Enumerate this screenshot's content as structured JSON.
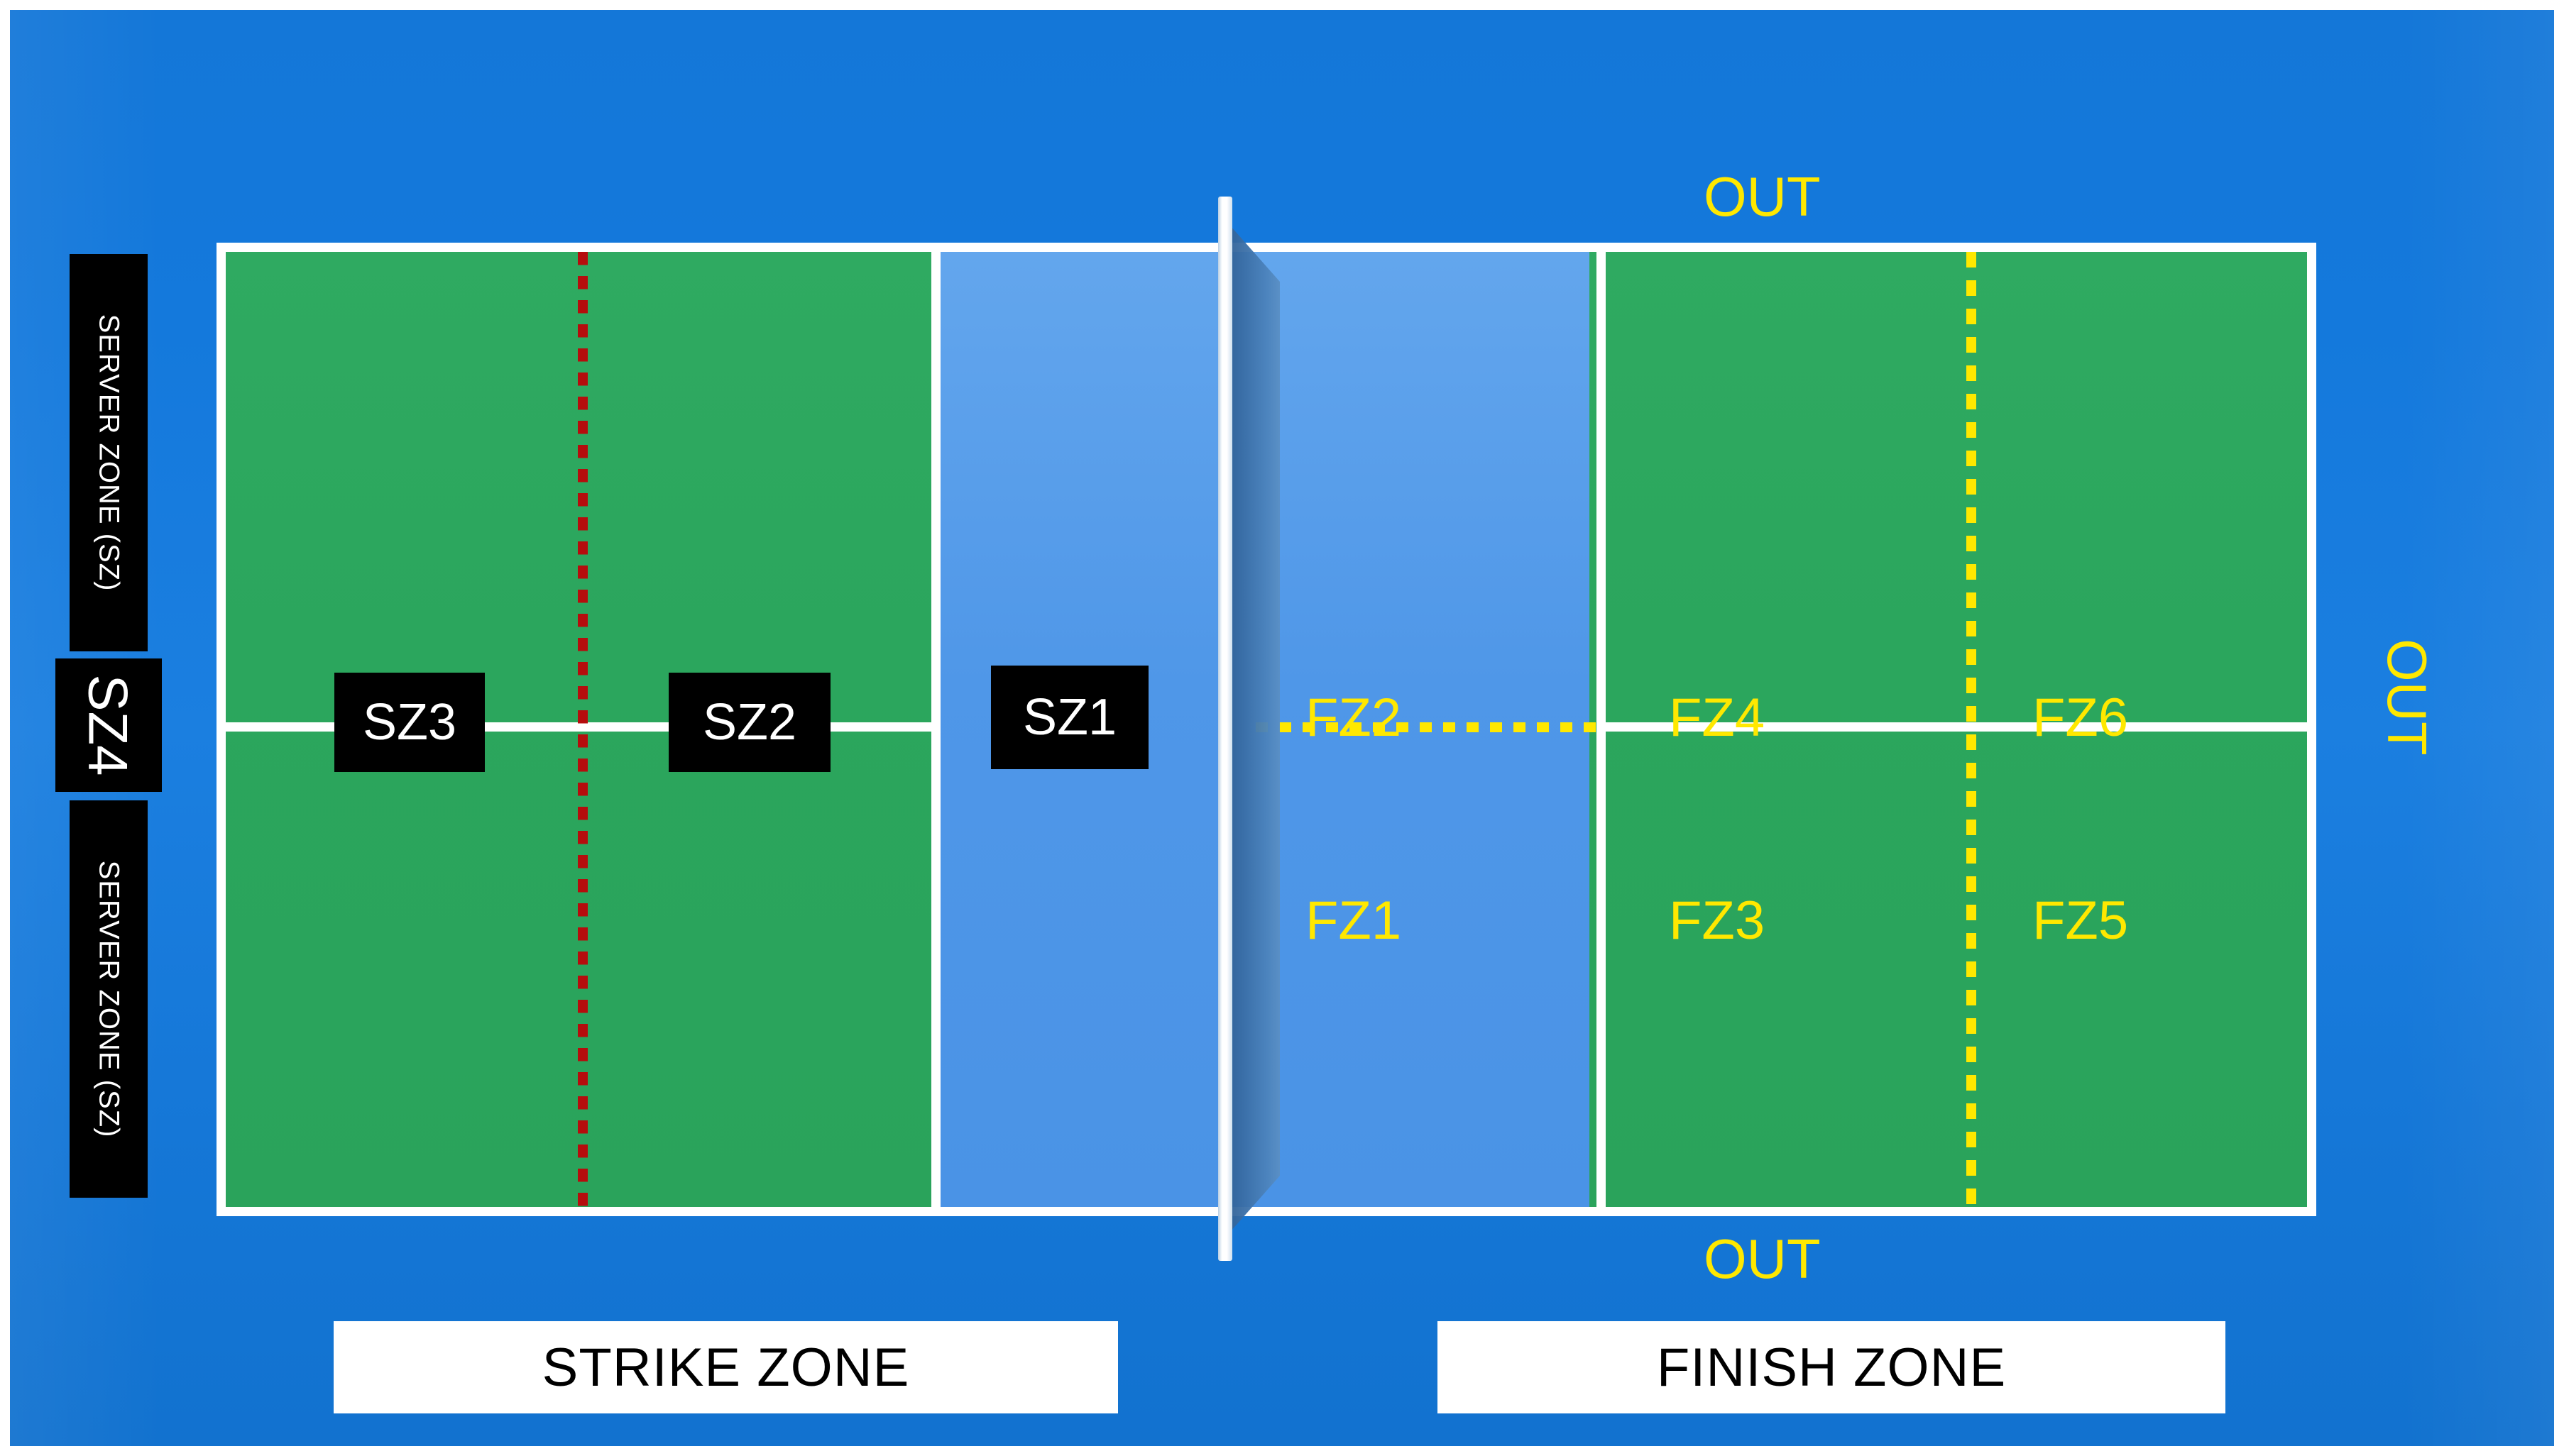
{
  "diagram": {
    "title": "Pickleball Court Zone Map",
    "colors": {
      "surround_blue": "#1577d7",
      "court_green": "#2ba65d",
      "kitchen_blue": "#4f97e8",
      "line_white": "#ffffff",
      "label_yellow": "#ffe800",
      "dotted_red": "#b50d0d",
      "box_black": "#000000",
      "net_shadow": "#3a6ea6"
    }
  },
  "left_strips": {
    "top": "SERVER ZONE (SZ)",
    "middle": "SZ4",
    "bottom": "SERVER ZONE (SZ)"
  },
  "strike_zone_boxes": [
    {
      "label": "SZ3"
    },
    {
      "label": "SZ2"
    },
    {
      "label": "SZ1"
    }
  ],
  "finish_zone_labels": [
    {
      "label": "FZ2"
    },
    {
      "label": "FZ1"
    },
    {
      "label": "FZ4"
    },
    {
      "label": "FZ3"
    },
    {
      "label": "FZ6"
    },
    {
      "label": "FZ5"
    }
  ],
  "out_labels": {
    "top": "OUT",
    "right": "OUT",
    "bottom": "OUT"
  },
  "captions": {
    "left": "STRIKE ZONE",
    "right": "FINISH ZONE"
  }
}
